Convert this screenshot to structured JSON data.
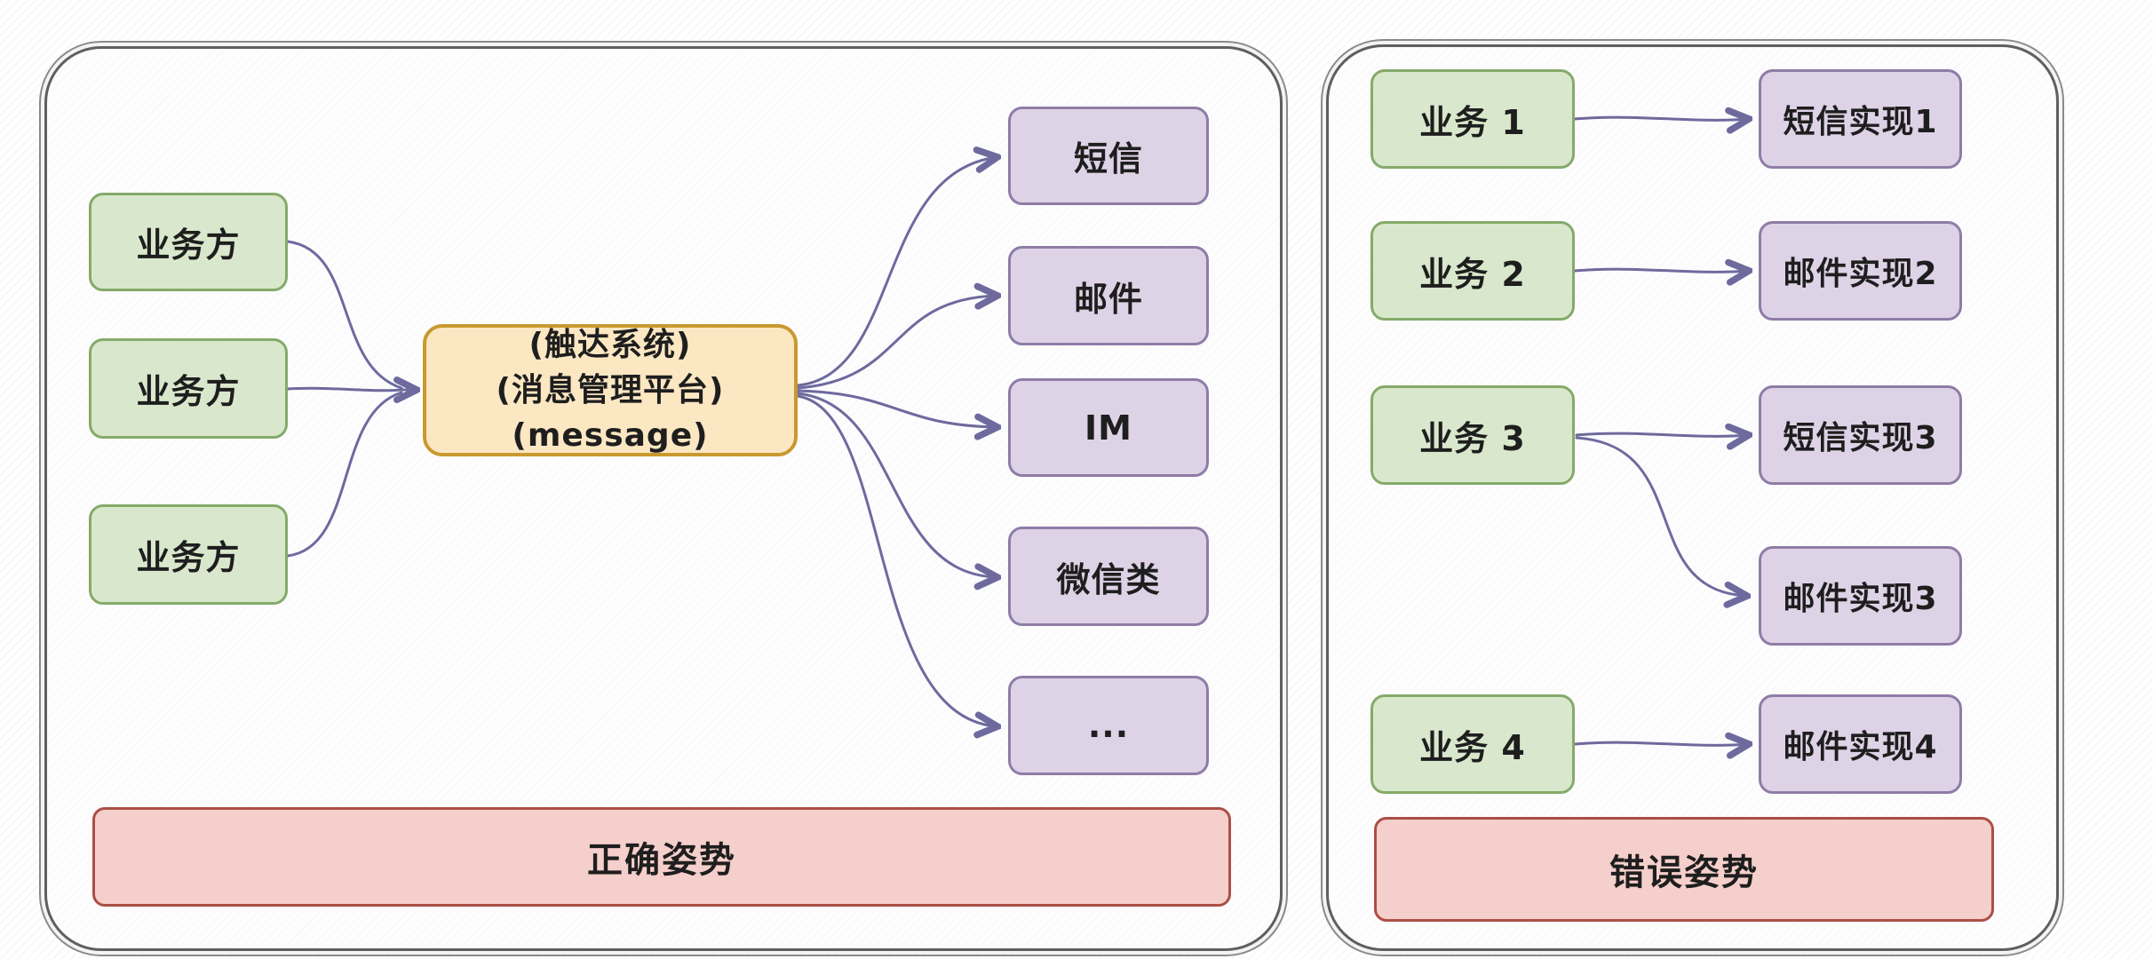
{
  "left_panel": {
    "caption": "正确姿势",
    "sources": [
      "业务方",
      "业务方",
      "业务方"
    ],
    "hub_lines": [
      "(触达系统)",
      "(消息管理平台)",
      "(message)"
    ],
    "channels": [
      "短信",
      "邮件",
      "IM",
      "微信类",
      "..."
    ],
    "connections": [
      [
        "业务方",
        "触达系统"
      ],
      [
        "业务方",
        "触达系统"
      ],
      [
        "业务方",
        "触达系统"
      ],
      [
        "触达系统",
        "短信"
      ],
      [
        "触达系统",
        "邮件"
      ],
      [
        "触达系统",
        "IM"
      ],
      [
        "触达系统",
        "微信类"
      ],
      [
        "触达系统",
        "..."
      ]
    ]
  },
  "right_panel": {
    "caption": "错误姿势",
    "services": [
      "业务 1",
      "业务 2",
      "业务 3",
      "业务 4"
    ],
    "implementations": [
      "短信实现1",
      "邮件实现2",
      "短信实现3",
      "邮件实现3",
      "邮件实现4"
    ],
    "connections": [
      [
        "业务 1",
        "短信实现1"
      ],
      [
        "业务 2",
        "邮件实现2"
      ],
      [
        "业务 3",
        "短信实现3"
      ],
      [
        "业务 3",
        "邮件实现3"
      ],
      [
        "业务 4",
        "邮件实现4"
      ]
    ]
  },
  "colors": {
    "green_fill": "#d9e8cc",
    "green_border": "#85aa69",
    "purple_fill": "#ded3e6",
    "purple_border": "#8f7ca6",
    "orange_fill": "#fce7c3",
    "orange_border": "#c9992f",
    "pink_fill": "#f5cfcb",
    "pink_border": "#ab4f46",
    "arrow": "#6e6a9e",
    "panel_border": "#5f5f5f"
  }
}
